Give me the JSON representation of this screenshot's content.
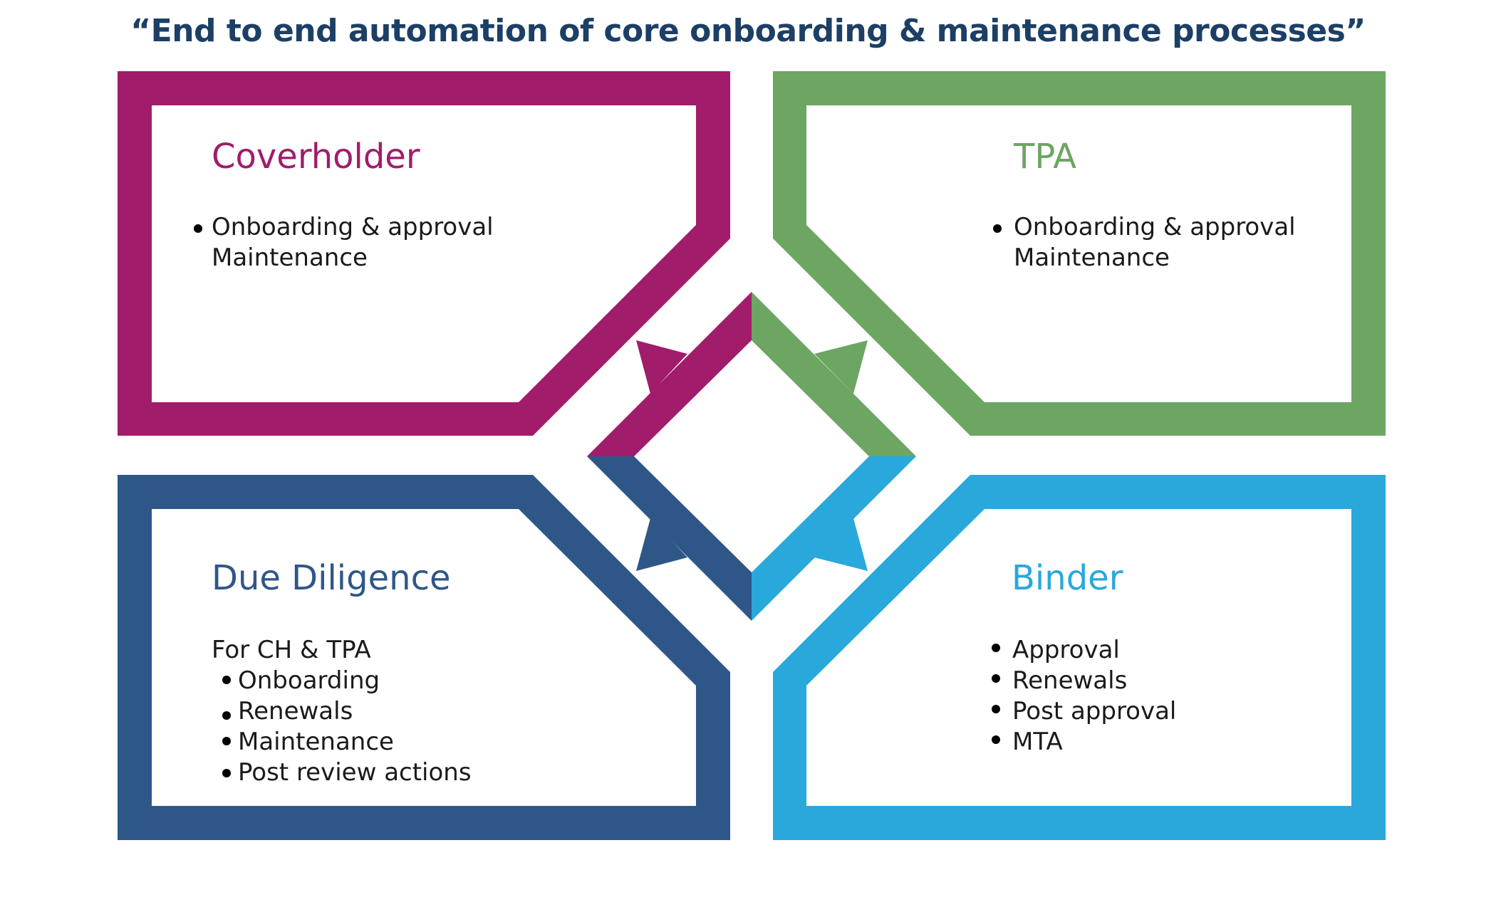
{
  "title": "“End to end automation of core onboarding & maintenance processes”",
  "colors": {
    "coverholder": "#a11c6b",
    "tpa": "#6da563",
    "due_diligence": "#2e5788",
    "binder": "#29a8dc",
    "title": "#1c3f66"
  },
  "quadrants": {
    "coverholder": {
      "title": "Coverholder",
      "bullet_lines": [
        "Onboarding & approval",
        "Maintenance"
      ]
    },
    "tpa": {
      "title": "TPA",
      "bullet_lines": [
        "Onboarding & approval",
        "Maintenance"
      ]
    },
    "due_diligence": {
      "title": "Due Diligence",
      "intro": "For CH & TPA",
      "items": [
        "Onboarding",
        "Renewals",
        "Maintenance",
        "Post review actions"
      ]
    },
    "binder": {
      "title": "Binder",
      "items": [
        "Approval",
        "Renewals",
        "Post approval",
        "MTA"
      ]
    }
  }
}
